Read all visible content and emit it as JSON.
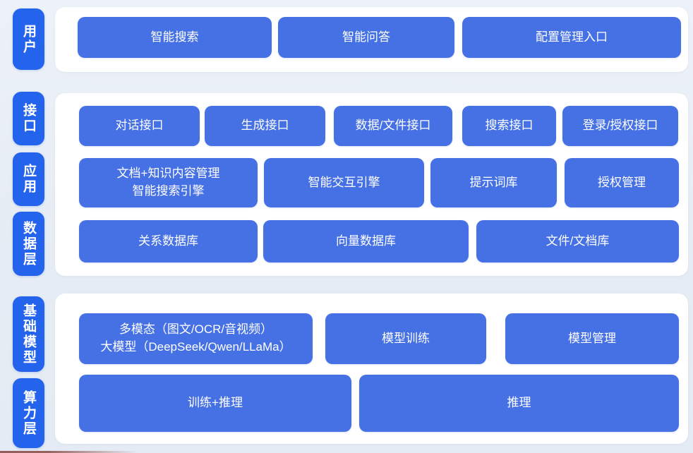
{
  "diagram": {
    "kind": "layered-architecture",
    "colors": {
      "background": "#e7edf5",
      "panel": "#ffffff",
      "layer_pill": "#2463eb",
      "box": "#4671e4",
      "text": "#ffffff"
    },
    "side_labels": [
      {
        "id": "user",
        "label": "用户"
      },
      {
        "id": "interface",
        "label": "接口"
      },
      {
        "id": "application",
        "label": "应用"
      },
      {
        "id": "data-layer",
        "label": "数据层"
      },
      {
        "id": "base-model",
        "label": "基础模型"
      },
      {
        "id": "compute-layer",
        "label": "算力层"
      }
    ],
    "rows": [
      {
        "layer": "用户",
        "boxes": [
          {
            "label": "智能搜索"
          },
          {
            "label": "智能问答"
          },
          {
            "label": "配置管理入口"
          }
        ]
      },
      {
        "layer": "接口",
        "boxes": [
          {
            "label": "对话接口"
          },
          {
            "label": "生成接口"
          },
          {
            "label": "数据/文件接口"
          },
          {
            "label": "搜索接口"
          },
          {
            "label": "登录/授权接口"
          }
        ]
      },
      {
        "layer": "应用",
        "boxes": [
          {
            "label": "文档+知识内容管理\n智能搜索引擎"
          },
          {
            "label": "智能交互引擎"
          },
          {
            "label": "提示词库"
          },
          {
            "label": "授权管理"
          }
        ]
      },
      {
        "layer": "数据层",
        "boxes": [
          {
            "label": "关系数据库"
          },
          {
            "label": "向量数据库"
          },
          {
            "label": "文件/文档库"
          }
        ]
      },
      {
        "layer": "基础模型",
        "boxes": [
          {
            "label": "多模态（图文/OCR/音视频）\n大模型（DeepSeek/Qwen/LLaMa）"
          },
          {
            "label": "模型训练"
          },
          {
            "label": "模型管理"
          }
        ]
      },
      {
        "layer": "算力层",
        "boxes": [
          {
            "label": "训练+推理"
          },
          {
            "label": "推理"
          }
        ]
      }
    ]
  }
}
